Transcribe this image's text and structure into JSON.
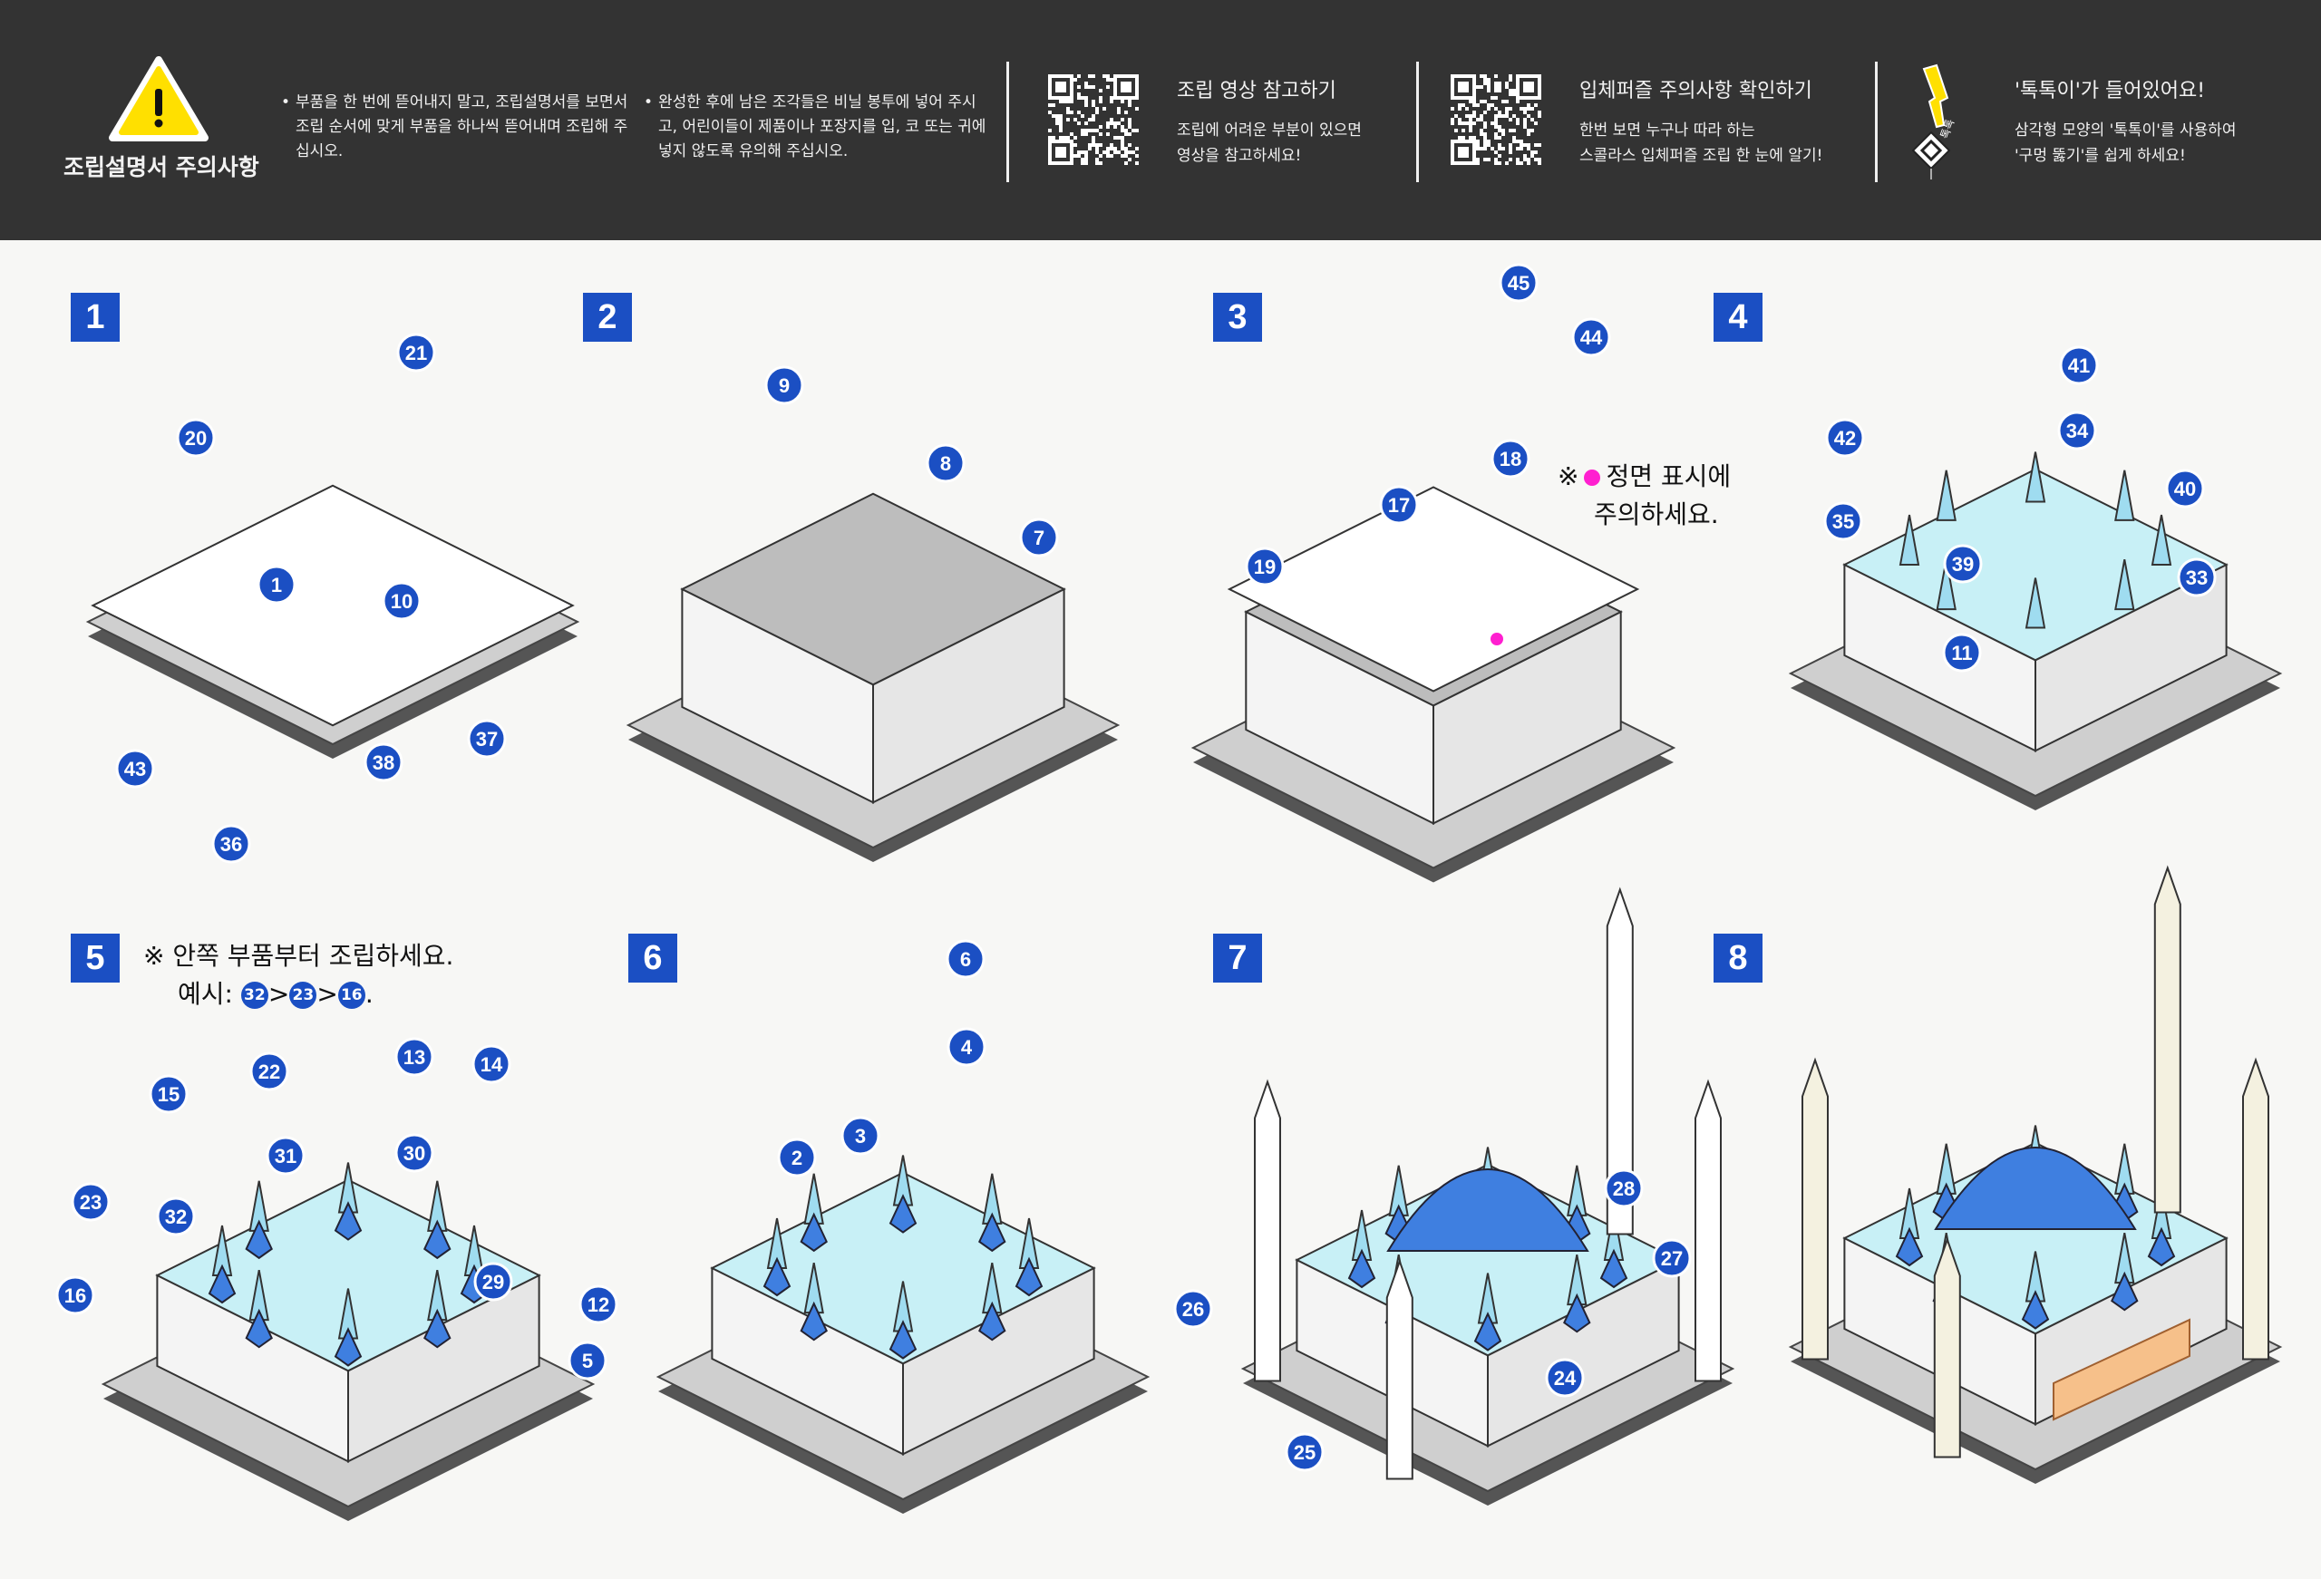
{
  "header": {
    "warning_title": "조립설명서 주의사항",
    "bullets": [
      "부품을 한 번에 뜯어내지 말고, 조립설명서를 보면서 조립 순서에 맞게 부품을 하나씩 뜯어내며 조립해 주십시오.",
      "완성한 후에 남은 조각들은 비닐 봉투에 넣어 주시고, 어린이들이 제품이나 포장지를 입, 코 또는 귀에 넣지 않도록 유의해 주십시오."
    ],
    "video": {
      "title": "조립 영상 참고하기",
      "line1": "조립에 어려운 부분이 있으면",
      "line2": "영상을 참고하세요!"
    },
    "caution": {
      "title": "입체퍼즐 주의사항 확인하기",
      "line1": "한번 보면 누구나 따라 하는",
      "line2": "스콜라스 입체퍼즐 조립 한 눈에 알기!"
    },
    "tool": {
      "title": "'톡톡이'가 들어있어요!",
      "line1": "삼각형 모양의 '톡톡이'를 사용하여",
      "line2": "'구멍 뚫기'를 쉽게 하세요!",
      "icon_text": "톡톡"
    }
  },
  "steps": [
    "1",
    "2",
    "3",
    "4",
    "5",
    "6",
    "7",
    "8"
  ],
  "notes": {
    "step3_prefix": "※",
    "step3_line1": "정면 표시에",
    "step3_line2": "주의하세요.",
    "step5_line1": "※ 안쪽 부품부터 조립하세요.",
    "step5_example_label": "예시:",
    "step5_example": [
      "32",
      "23",
      "16"
    ],
    "step5_sep": ">",
    "step5_end": "."
  },
  "parts": {
    "step1": [
      "21",
      "20",
      "1",
      "10",
      "43",
      "38",
      "37",
      "36"
    ],
    "step2": [
      "9",
      "8",
      "7"
    ],
    "step3": [
      "45",
      "44",
      "18",
      "17",
      "19"
    ],
    "step4": [
      "41",
      "34",
      "42",
      "40",
      "35",
      "39",
      "33",
      "11"
    ],
    "step5": [
      "13",
      "22",
      "14",
      "15",
      "31",
      "30",
      "23",
      "32",
      "29",
      "16",
      "12",
      "5"
    ],
    "step6": [
      "6",
      "4",
      "3",
      "2"
    ],
    "step7": [
      "28",
      "27",
      "26",
      "24",
      "25"
    ]
  },
  "colors": {
    "accent": "#1b4fc3",
    "header_bg": "#333333",
    "warning": "#ffe000",
    "front_mark": "#ff1fd0",
    "top_blue": "#c8f0f6",
    "dome": "#3f7fe0",
    "plaque": "#f6c08a"
  }
}
